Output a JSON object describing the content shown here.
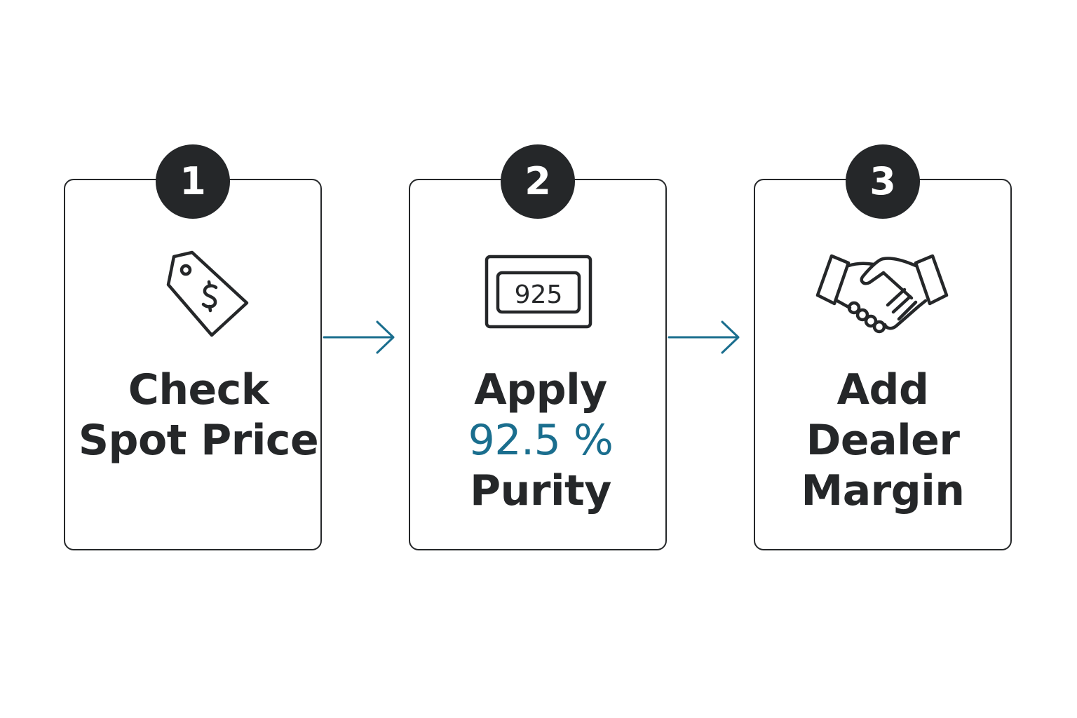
{
  "steps": [
    {
      "number": "1",
      "icon": "price-tag-icon",
      "lines": [
        "Check",
        "Spot Price"
      ]
    },
    {
      "number": "2",
      "icon": "hallmark-stamp-icon",
      "stamp_text": "925",
      "lines": [
        "Apply",
        "92.5 %",
        "Purity"
      ]
    },
    {
      "number": "3",
      "icon": "handshake-icon",
      "lines": [
        "Add",
        "Dealer",
        "Margin"
      ]
    }
  ],
  "connectors": [
    "arrow-right-icon",
    "arrow-right-icon"
  ],
  "colors": {
    "ink": "#252729",
    "accent": "#1a6e8e",
    "background": "#ffffff"
  }
}
